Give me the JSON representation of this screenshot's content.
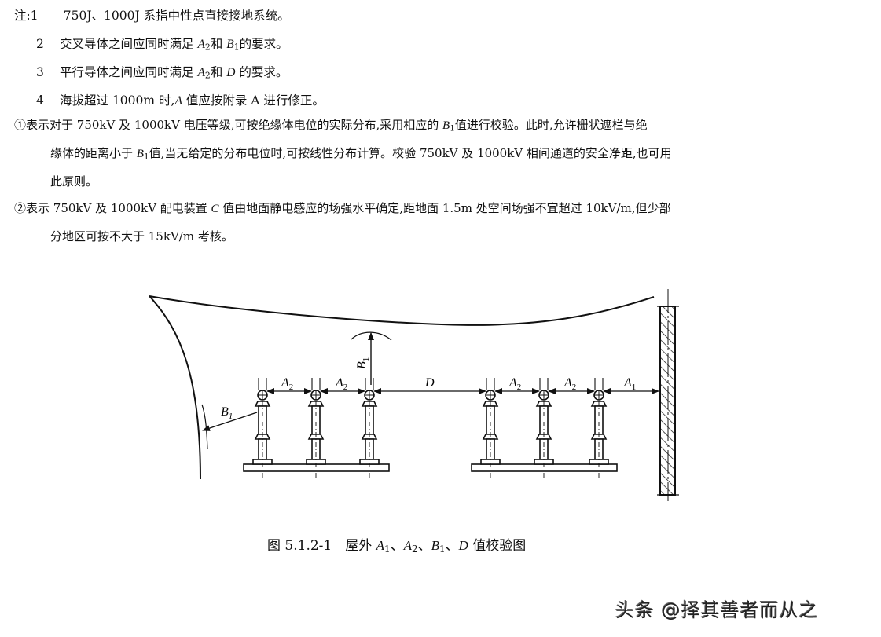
{
  "notes": {
    "prefix": "注:",
    "items": [
      {
        "num": "1",
        "text": "750J、1000J 系指中性点直接接地系统。"
      },
      {
        "num": "2",
        "text_before": "交叉导体之间应同时满足 ",
        "sym1": "A",
        "sub1": "2",
        "mid": "和 ",
        "sym2": "B",
        "sub2": "1",
        "text_after": "的要求。"
      },
      {
        "num": "3",
        "text_before": "平行导体之间应同时满足 ",
        "sym1": "A",
        "sub1": "2",
        "mid": "和 ",
        "sym2": "D",
        "text_after": " 的要求。"
      },
      {
        "num": "4",
        "text_before": "海拔超过 1000m 时,",
        "sym1": "A",
        "text_after": " 值应按附录 A 进行修正。"
      }
    ],
    "circled": [
      {
        "mark": "①",
        "line1_before": "表示对于 750kV 及 1000kV 电压等级,可按绝缘体电位的实际分布,采用相应的 ",
        "line1_sym": "B",
        "line1_sub": "1",
        "line1_after": "值进行校验。此时,允许栅状遮栏与绝",
        "line2_before": "缘体的距离小于 ",
        "line2_sym": "B",
        "line2_sub": "1",
        "line2_after": "值,当无给定的分布电位时,可按线性分布计算。校验 750kV 及 1000kV 相间通道的安全净距,也可用",
        "line3": "此原则。"
      },
      {
        "mark": "②",
        "line1_before": "表示 750kV 及 1000kV 配电装置 ",
        "line1_sym": "C",
        "line1_after": " 值由地面静电感应的场强水平确定,距地面 1.5m 处空间场强不宜超过 10kV/m,但少部",
        "line2": "分地区可按不大于 15kV/m 考核。"
      }
    ]
  },
  "figure": {
    "labels": {
      "b1_vertical": "B",
      "b1_vertical_sub": "1",
      "b1_diag": "B",
      "b1_diag_sub": "1",
      "a2": "A",
      "a2_sub": "2",
      "d": "D",
      "a1": "A",
      "a1_sub": "1"
    },
    "caption": {
      "prefix": "图 5.1.2-1　屋外 ",
      "parts": [
        "A",
        "1",
        "、",
        "A",
        "2",
        "、",
        "B",
        "1",
        "、",
        "D"
      ],
      "suffix": " 值校验图"
    }
  },
  "watermark": "头条 @择其善者而从之"
}
